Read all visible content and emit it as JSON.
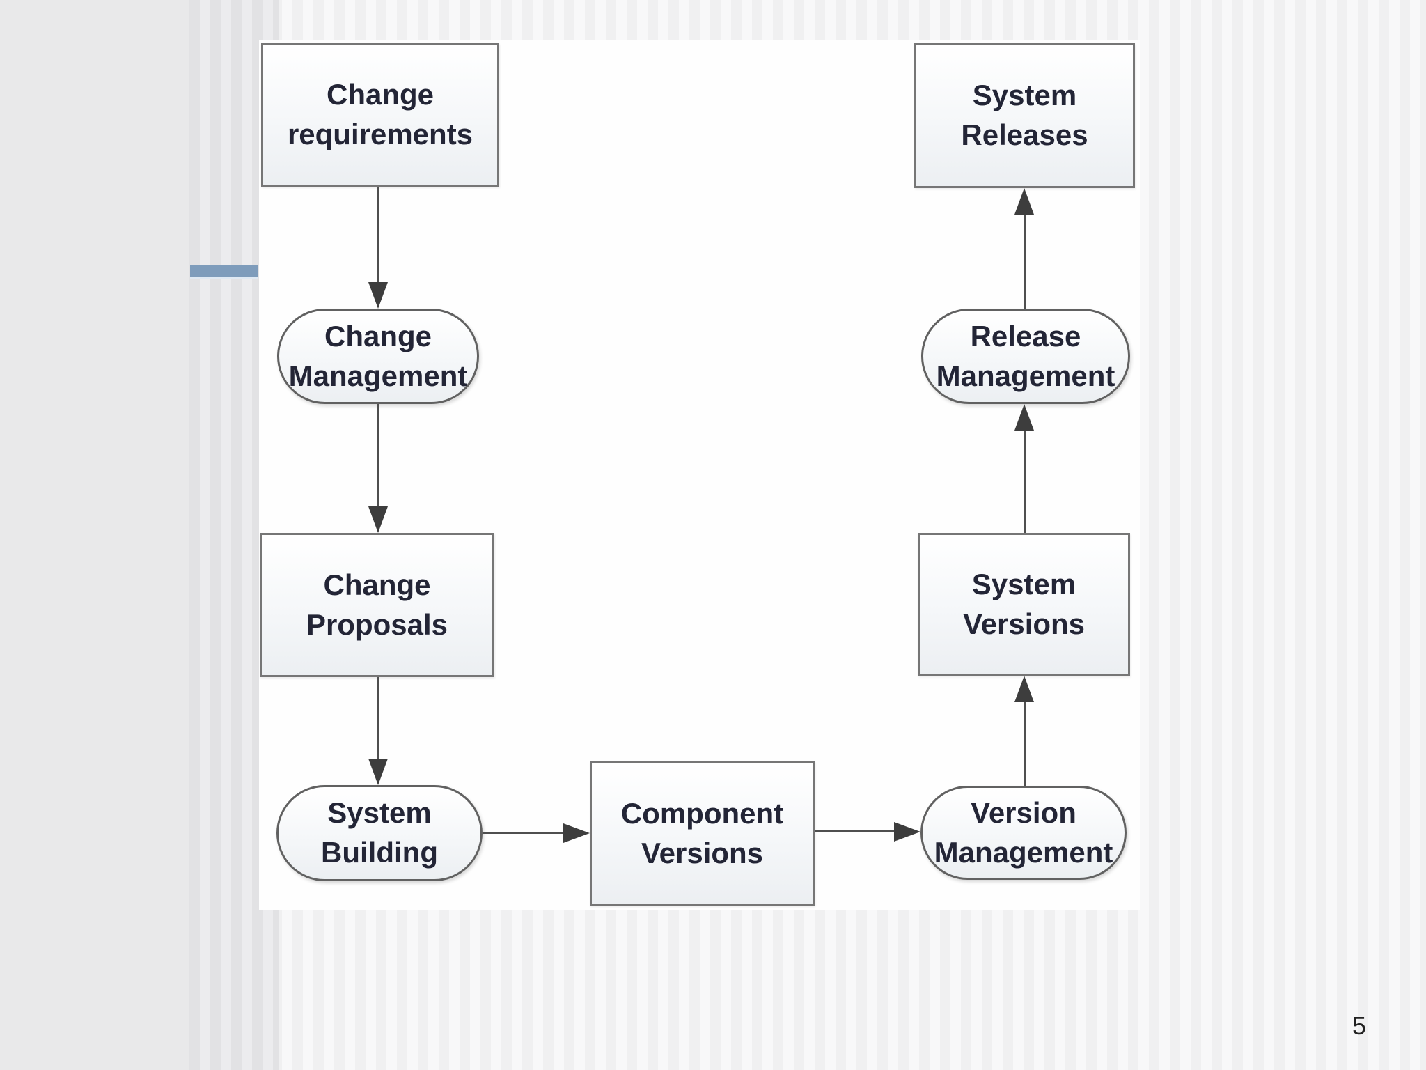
{
  "slide": {
    "page_number": "5"
  },
  "colors": {
    "accent_bar": "#7e9cbb",
    "left_panel": "#e9e9ea",
    "figure_background": "#fefefe",
    "node_border": "#6f6f6f",
    "arrow": "#4a4a4a",
    "node_text": "#232536"
  },
  "diagram": {
    "nodes": [
      {
        "id": "change-requirements",
        "shape": "rectangle",
        "label": "Change\nrequirements"
      },
      {
        "id": "change-management",
        "shape": "rounded",
        "label": "Change\nManagement"
      },
      {
        "id": "change-proposals",
        "shape": "rectangle",
        "label": "Change\nProposals"
      },
      {
        "id": "system-building",
        "shape": "rounded",
        "label": "System\nBuilding"
      },
      {
        "id": "component-versions",
        "shape": "rectangle",
        "label": "Component\nVersions"
      },
      {
        "id": "version-management",
        "shape": "rounded",
        "label": "Version\nManagement"
      },
      {
        "id": "system-versions",
        "shape": "rectangle",
        "label": "System\nVersions"
      },
      {
        "id": "release-management",
        "shape": "rounded",
        "label": "Release\nManagement"
      },
      {
        "id": "system-releases",
        "shape": "rectangle",
        "label": "System\nReleases"
      }
    ],
    "edges": [
      {
        "from": "change-requirements",
        "to": "change-management",
        "direction": "down"
      },
      {
        "from": "change-management",
        "to": "change-proposals",
        "direction": "down"
      },
      {
        "from": "change-proposals",
        "to": "system-building",
        "direction": "down"
      },
      {
        "from": "system-building",
        "to": "component-versions",
        "direction": "right"
      },
      {
        "from": "component-versions",
        "to": "version-management",
        "direction": "right"
      },
      {
        "from": "version-management",
        "to": "system-versions",
        "direction": "up"
      },
      {
        "from": "system-versions",
        "to": "release-management",
        "direction": "up"
      },
      {
        "from": "release-management",
        "to": "system-releases",
        "direction": "up"
      }
    ]
  }
}
